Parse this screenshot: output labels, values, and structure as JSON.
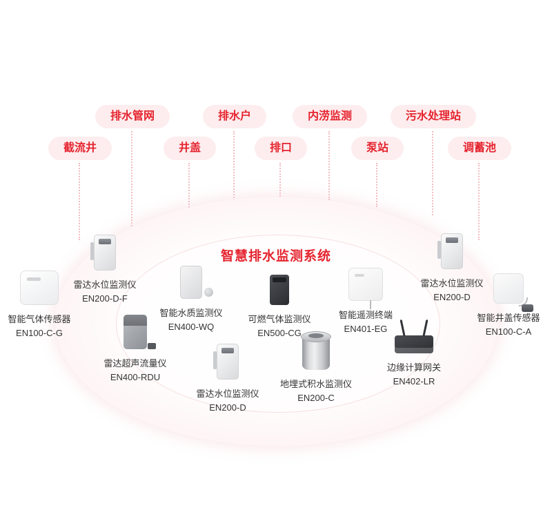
{
  "title": "智慧排水监测系统",
  "colors": {
    "accent_red": "#e5232e",
    "pill_background": "#fdedee",
    "connector_pink": "#f3bcc1",
    "label_text": "#333333"
  },
  "categories": {
    "row1": [
      {
        "label": "排水管网"
      },
      {
        "label": "排水户"
      },
      {
        "label": "内涝监测"
      },
      {
        "label": "污水处理站"
      }
    ],
    "row2": [
      {
        "label": "截流井"
      },
      {
        "label": "井盖"
      },
      {
        "label": "排口"
      },
      {
        "label": "泵站"
      },
      {
        "label": "调蓄池"
      }
    ]
  },
  "devices": [
    {
      "name": "雷达水位监测仪",
      "model": "EN200-D-F",
      "icon": "radar-water-level-sensor-icon"
    },
    {
      "name": "智能气体传感器",
      "model": "EN100-C-G",
      "icon": "smart-gas-sensor-icon"
    },
    {
      "name": "智能水质监测仪",
      "model": "EN400-WQ",
      "icon": "water-quality-monitor-icon"
    },
    {
      "name": "可燃气体监测仪",
      "model": "EN500-CG",
      "icon": "combustible-gas-monitor-icon"
    },
    {
      "name": "智能遥测终端",
      "model": "EN401-EG",
      "icon": "telemetry-terminal-icon"
    },
    {
      "name": "雷达水位监测仪",
      "model": "EN200-D",
      "icon": "radar-water-level-sensor-icon"
    },
    {
      "name": "智能井盖传感器",
      "model": "EN100-C-A",
      "icon": "manhole-cover-sensor-icon"
    },
    {
      "name": "雷达超声流量仪",
      "model": "EN400-RDU",
      "icon": "radar-ultrasonic-flowmeter-icon"
    },
    {
      "name": "雷达水位监测仪",
      "model": "EN200-D",
      "icon": "radar-water-level-sensor-icon"
    },
    {
      "name": "地埋式积水监测仪",
      "model": "EN200-C",
      "icon": "buried-water-monitor-icon"
    },
    {
      "name": "边缘计算网关",
      "model": "EN402-LR",
      "icon": "edge-computing-gateway-icon"
    }
  ]
}
